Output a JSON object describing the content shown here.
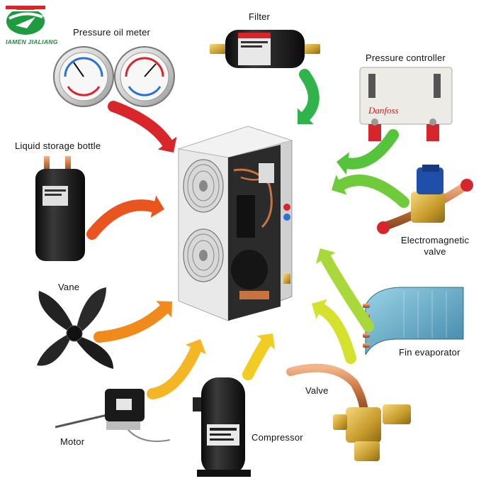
{
  "brand": {
    "name": "IAMEN JIALIANG",
    "colors": {
      "green": "#1e9a3f",
      "red": "#d7262b"
    }
  },
  "center_unit": "outdoor-air-conditioner-unit",
  "components": [
    {
      "id": "pressure-oil-meter",
      "label": "Pressure oil meter",
      "arrow_color": "#d9262b"
    },
    {
      "id": "filter",
      "label": "Filter",
      "arrow_color": "#2fb34a"
    },
    {
      "id": "pressure-controller",
      "label": "Pressure controller",
      "arrow_color": "#55c43c"
    },
    {
      "id": "liquid-storage-bottle",
      "label": "Liquid storage bottle",
      "arrow_color": "#e9541f"
    },
    {
      "id": "electromagnetic-valve",
      "label_line1": "Electromagnetic",
      "label_line2": "valve",
      "arrow_color": "#6fcb3a"
    },
    {
      "id": "vane",
      "label": "Vane",
      "arrow_color": "#f08a1a"
    },
    {
      "id": "fin-evaporator",
      "label": "Fin evaporator",
      "arrow_color": "#a9d83a"
    },
    {
      "id": "motor",
      "label": "Motor",
      "arrow_color": "#f4b624"
    },
    {
      "id": "compressor",
      "label": "Compressor",
      "arrow_color": "#f1cc22"
    },
    {
      "id": "valve",
      "label": "Valve",
      "arrow_color": "#d4e22e"
    }
  ]
}
